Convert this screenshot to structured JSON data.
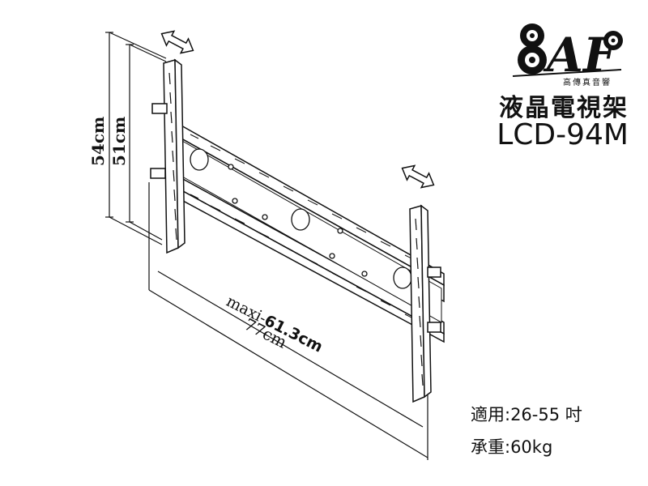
{
  "logo": {
    "text": "AF",
    "subtitle": "高傳真音響"
  },
  "product": {
    "name_zh": "液晶電視架",
    "model": "LCD-94M"
  },
  "dimensions": {
    "outer_height": "54cm",
    "inner_height": "51cm",
    "total_width": "77cm",
    "max_prefix": "maxi-",
    "max_value": "61.3cm"
  },
  "specs": [
    {
      "label": "適用",
      "value": ":26-55 吋"
    },
    {
      "label": "承重",
      "value": ":60kg"
    }
  ],
  "colors": {
    "line": "#111111",
    "background": "#ffffff"
  },
  "icons": [
    "double-arrow-icon",
    "speaker-icon"
  ]
}
